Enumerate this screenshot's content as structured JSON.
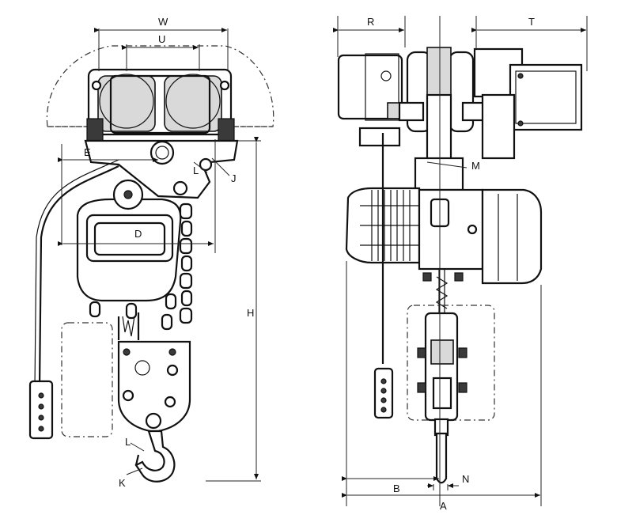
{
  "labels": {
    "W": "W",
    "U": "U",
    "E": "E",
    "L_top": "L",
    "J": "J",
    "D": "D",
    "H": "H",
    "L_hook": "L",
    "K": "K",
    "R": "R",
    "T": "T",
    "M": "M",
    "B": "B",
    "N": "N",
    "A": "A"
  }
}
